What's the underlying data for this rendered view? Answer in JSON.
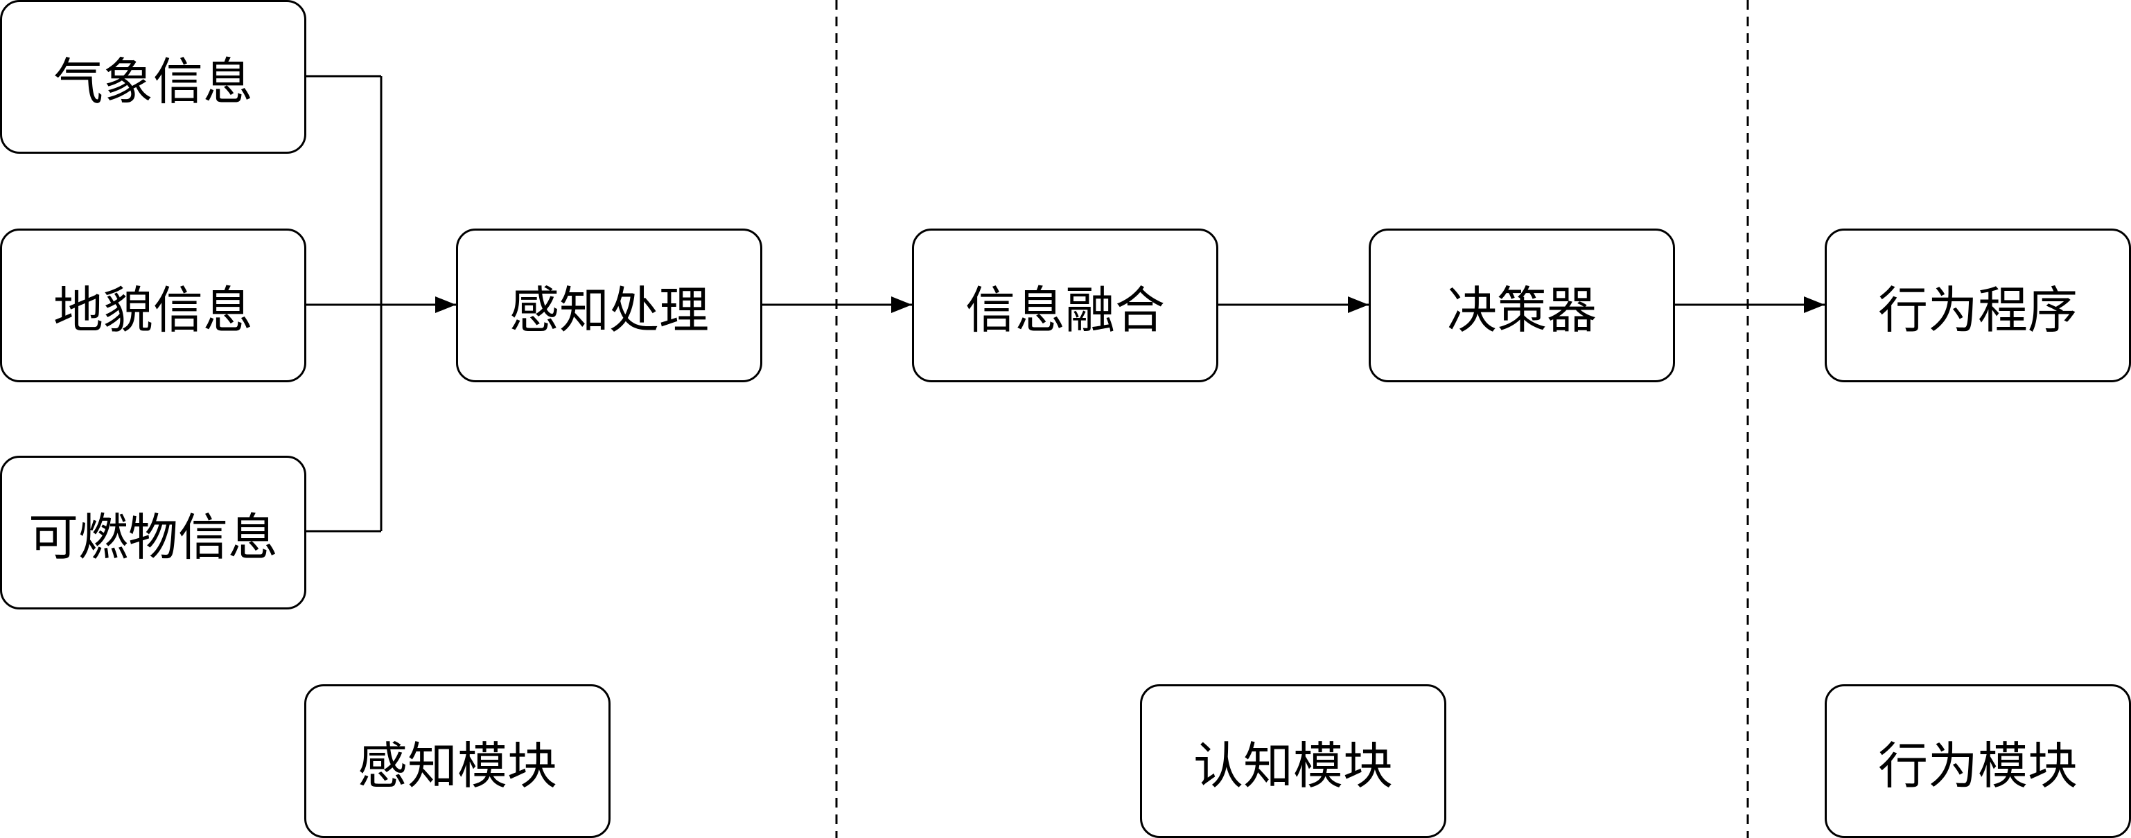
{
  "inputs": {
    "weather": "气象信息",
    "terrain": "地貌信息",
    "fuel": "可燃物信息"
  },
  "process": {
    "perception": "感知处理",
    "fusion": "信息融合",
    "decision": "决策器",
    "action": "行为程序"
  },
  "modules": {
    "perception": "感知模块",
    "cognition": "认知模块",
    "behavior": "行为模块"
  }
}
